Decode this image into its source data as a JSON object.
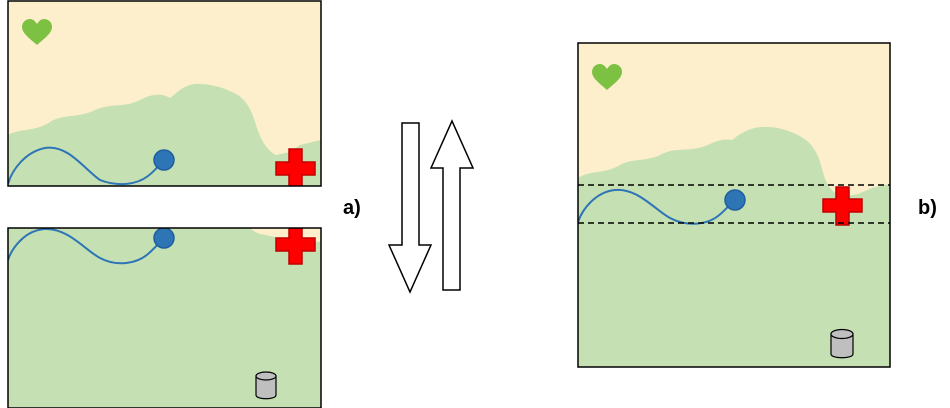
{
  "labels": {
    "a": "a)",
    "b": "b)"
  },
  "colors": {
    "sky": "#fdefcc",
    "land": "#c5e0b3",
    "frame": "#000000",
    "path": "#2e75b6",
    "agent": "#2e75b6",
    "agent_outline": "#1f5fa0",
    "heart": "#7cc142",
    "cross": "#ff0000",
    "cross_outline": "#c00000",
    "can_fill": "#bfbfbf",
    "can_outline": "#000000",
    "arrow_fill": "#ffffff",
    "arrow_outline": "#000000",
    "band_line": "#000000"
  },
  "icons": {
    "heart": "heart-icon",
    "cross": "red-cross-icon",
    "can": "cylinder-icon",
    "agent": "agent-dot",
    "arrow_down": "arrow-down-icon",
    "arrow_up": "arrow-up-icon"
  }
}
